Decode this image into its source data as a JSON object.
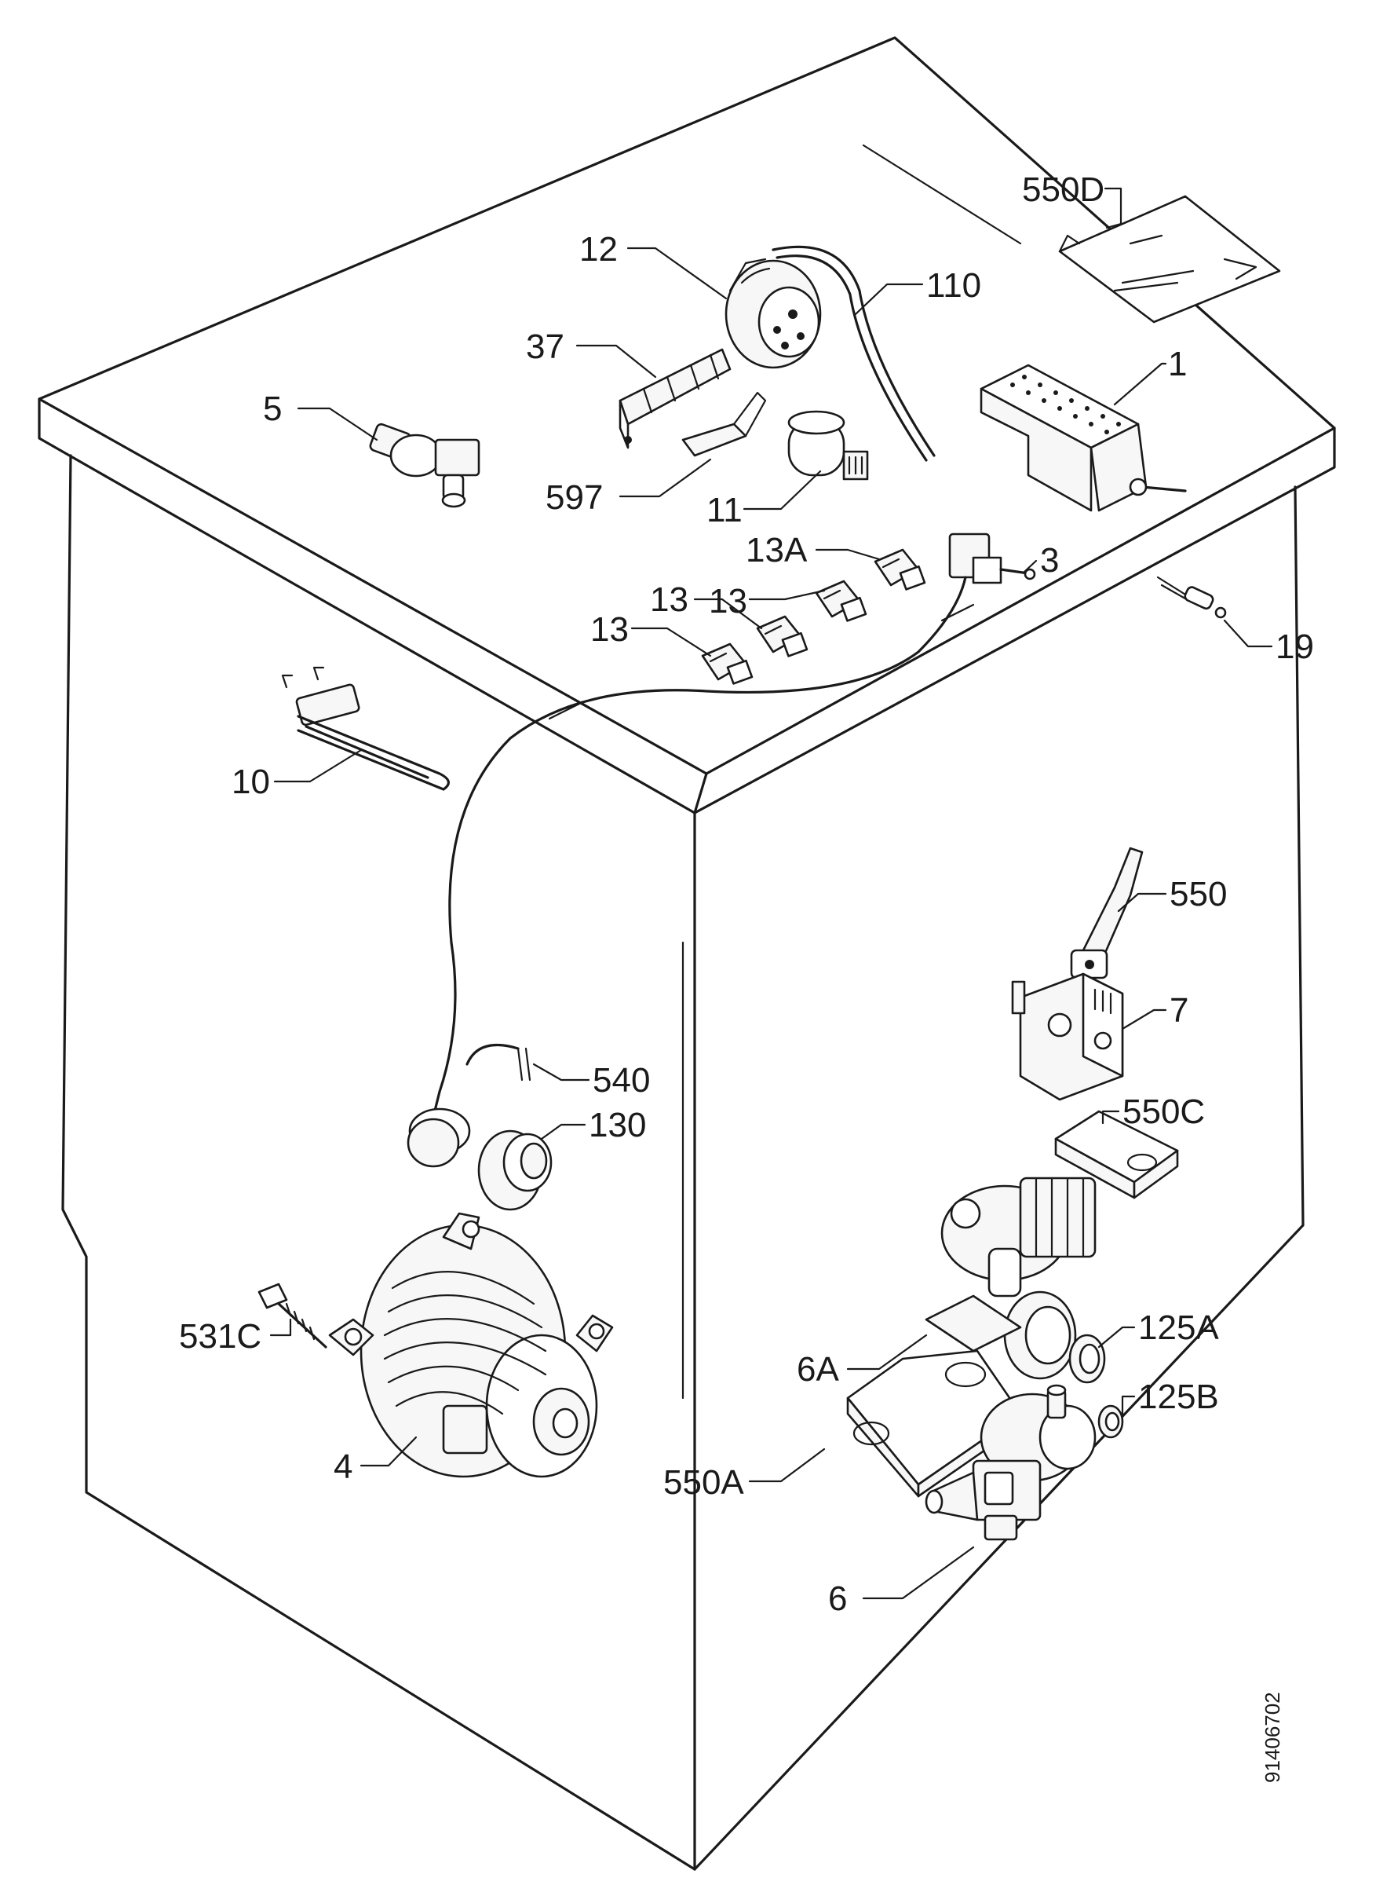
{
  "labels": {
    "l550d": "550D",
    "l12": "12",
    "l110": "110",
    "l37": "37",
    "l1": "1",
    "l5": "5",
    "l597": "597",
    "l11": "11",
    "l13a": "13A",
    "l3": "3",
    "l13c": "13",
    "l13b": "13",
    "l13a2": "13",
    "l19": "19",
    "l10": "10",
    "l550": "550",
    "l7": "7",
    "l540": "540",
    "l130": "130",
    "l550c": "550C",
    "l531c": "531C",
    "l125a": "125A",
    "l6a": "6A",
    "l125b": "125B",
    "l4": "4",
    "l550a": "550A",
    "l6": "6"
  },
  "document_id": "91406702"
}
